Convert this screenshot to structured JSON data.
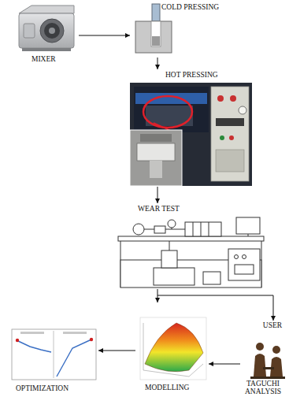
{
  "diagram": {
    "nodes": [
      {
        "text": [
          "MIXER"
        ]
      },
      {
        "text": [
          "COLD PRESSING"
        ]
      },
      {
        "text": [
          "HOT PRESSING"
        ]
      },
      {
        "text": [
          "WEAR TEST"
        ]
      },
      {
        "text": [
          "USER"
        ]
      },
      {
        "text": [
          "TAGUCHI ANALYSIS"
        ]
      },
      {
        "text": [
          "MODELLING"
        ]
      },
      {
        "text": [
          "OPTIMIZATION"
        ]
      }
    ],
    "edges": [
      {
        "from": 0,
        "to": 1,
        "arrow": "to"
      },
      {
        "from": 1,
        "to": 2,
        "arrow": "to"
      },
      {
        "from": 2,
        "to": 3,
        "arrow": "to"
      },
      {
        "from": 3,
        "to": 4,
        "arrow": "to"
      },
      {
        "from": 5,
        "to": 6,
        "arrow": "to"
      },
      {
        "from": 6,
        "to": 7,
        "arrow": "to"
      }
    ]
  }
}
